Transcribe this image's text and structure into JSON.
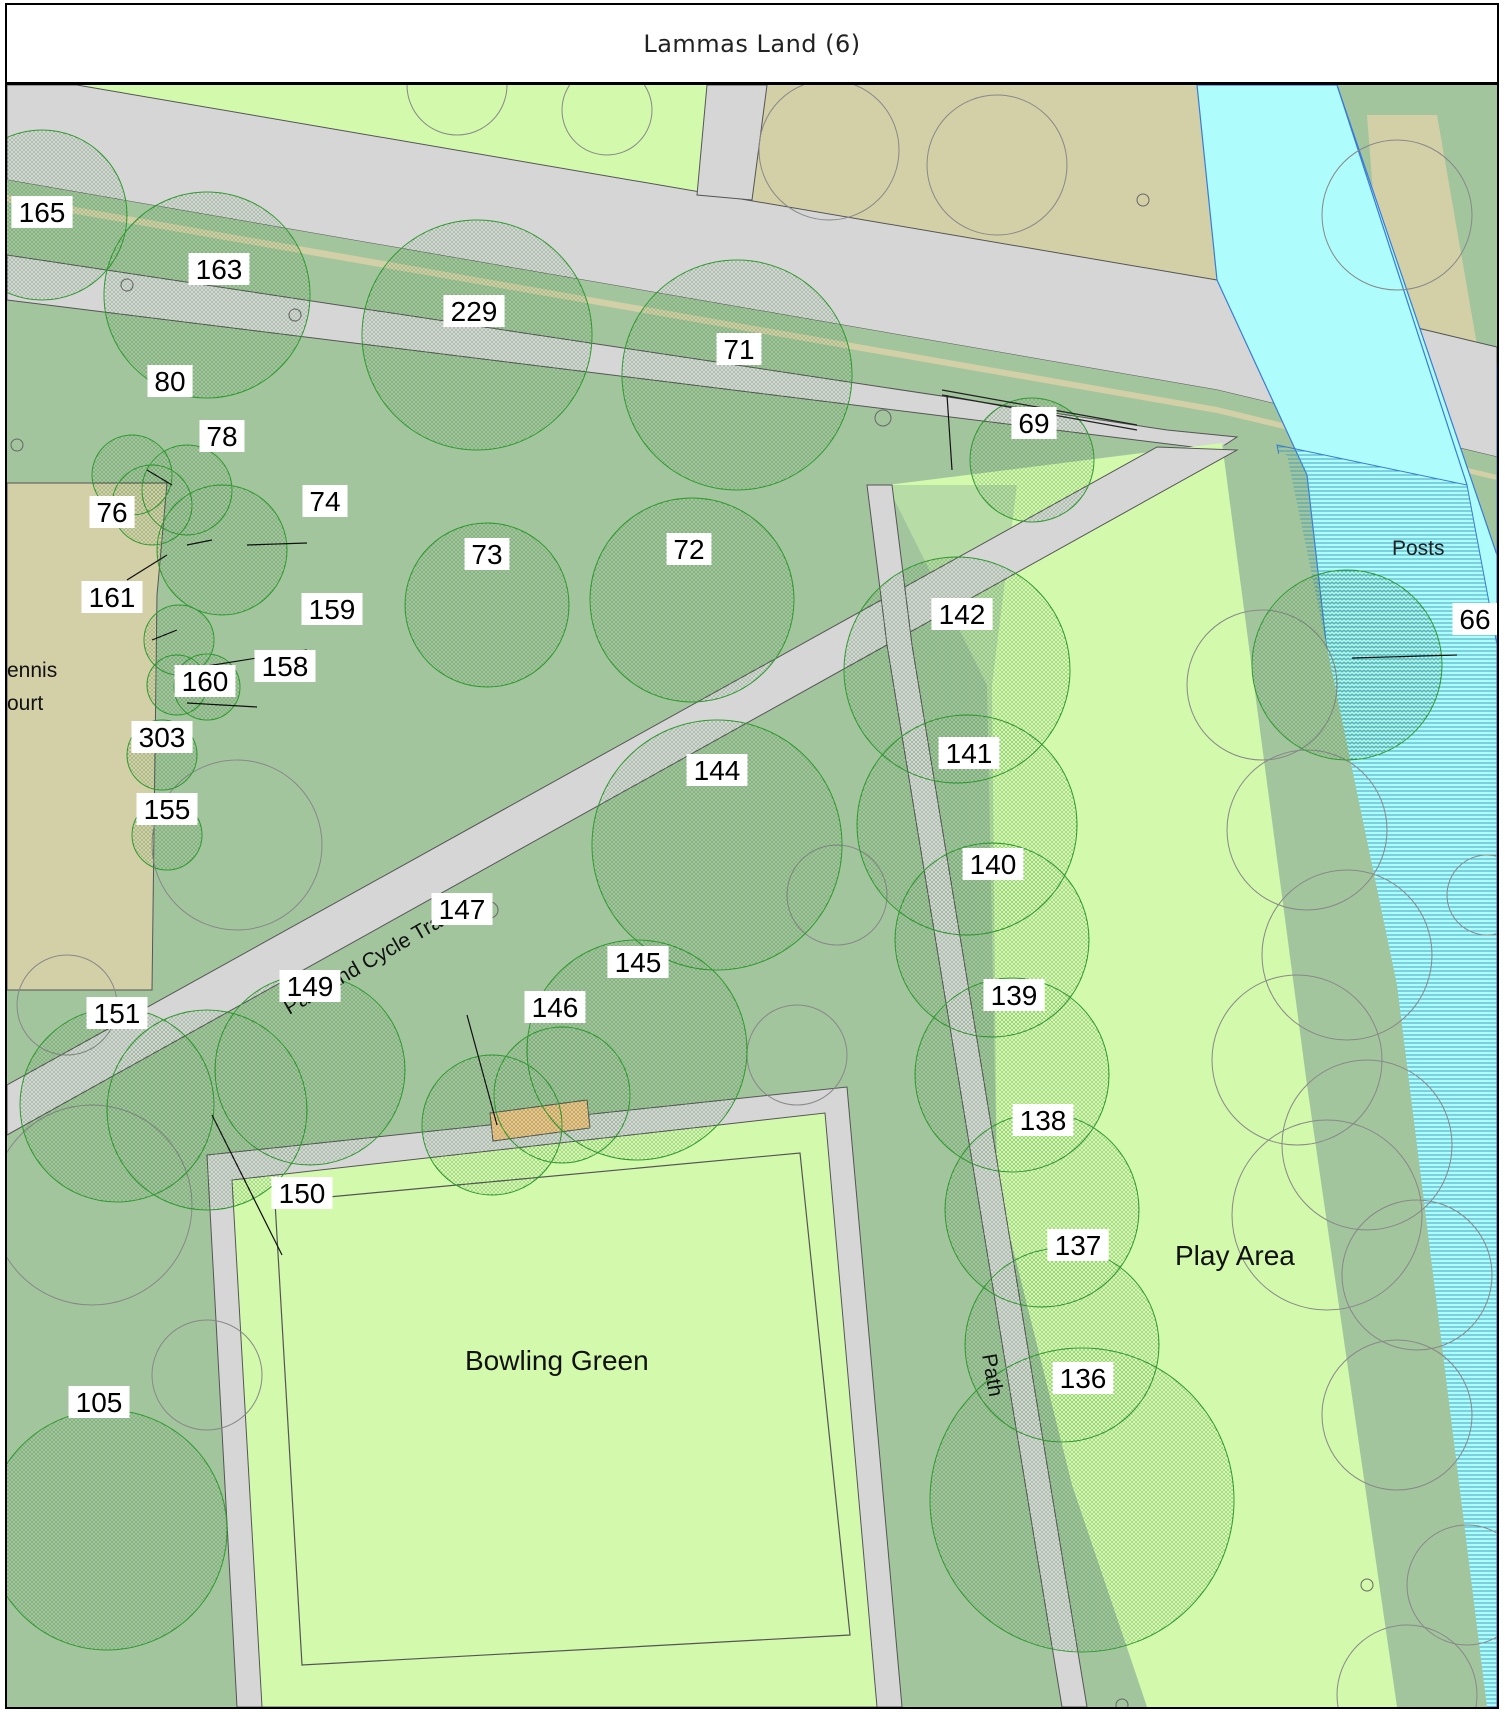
{
  "title": "Lammas Land (6)",
  "colors": {
    "amenity_grass": "#a3c59e",
    "open_grass": "#d3f9ad",
    "tarmac": "#d6d6d6",
    "verge": "#d3d0a8",
    "water": "#aefcfc",
    "building": "#f4c38a",
    "canopy": "#2e9a2e"
  },
  "labels": {
    "path_cycle_track": "Path and Cycle Track",
    "path": "Path",
    "bowling_green": "Bowling Green",
    "play_area": "Play Area",
    "posts": "Posts",
    "tennis": "ennis",
    "court": "ourt"
  },
  "trees": [
    {
      "id": "165"
    },
    {
      "id": "163"
    },
    {
      "id": "229"
    },
    {
      "id": "71"
    },
    {
      "id": "69"
    },
    {
      "id": "80"
    },
    {
      "id": "78"
    },
    {
      "id": "76"
    },
    {
      "id": "74"
    },
    {
      "id": "73"
    },
    {
      "id": "72"
    },
    {
      "id": "142"
    },
    {
      "id": "66"
    },
    {
      "id": "161"
    },
    {
      "id": "159"
    },
    {
      "id": "158"
    },
    {
      "id": "160"
    },
    {
      "id": "303"
    },
    {
      "id": "155"
    },
    {
      "id": "144"
    },
    {
      "id": "141"
    },
    {
      "id": "140"
    },
    {
      "id": "147"
    },
    {
      "id": "145"
    },
    {
      "id": "149"
    },
    {
      "id": "151"
    },
    {
      "id": "146"
    },
    {
      "id": "139"
    },
    {
      "id": "138"
    },
    {
      "id": "150"
    },
    {
      "id": "137"
    },
    {
      "id": "136"
    },
    {
      "id": "105"
    }
  ]
}
